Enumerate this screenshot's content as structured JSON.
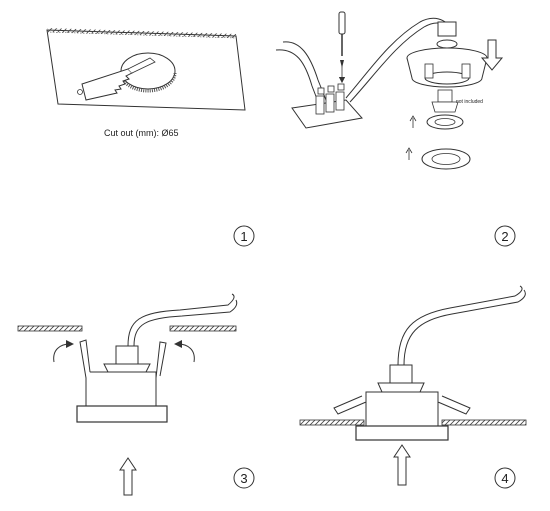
{
  "panels": {
    "p1": {
      "number": "1",
      "caption": "Cut out (mm): Ø65"
    },
    "p2": {
      "number": "2",
      "bulb_note": "not included"
    },
    "p3": {
      "number": "3"
    },
    "p4": {
      "number": "4"
    }
  },
  "colors": {
    "line": "#333333",
    "ceiling_hatch": "#555555"
  }
}
